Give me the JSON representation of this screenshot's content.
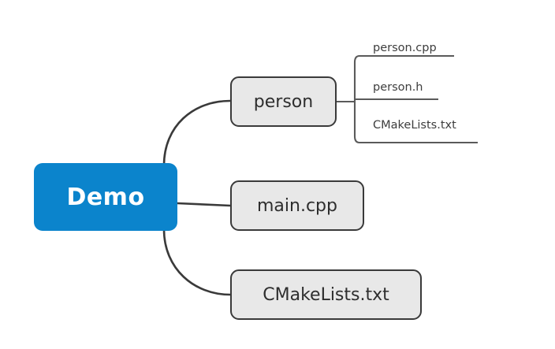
{
  "diagram": {
    "type": "mind-map",
    "background_color": "#ffffff",
    "root": {
      "label": "Demo",
      "fill_color": "#0b84cc",
      "text_color": "#ffffff"
    },
    "branch_style": {
      "fill_color": "#e8e8e8",
      "border_color": "#3a3a3a",
      "text_color": "#2e2e2e"
    },
    "edge_color": "#3a3a3a",
    "leaf_line_color": "#5a5a5a",
    "children": [
      {
        "label": "person",
        "leaves": [
          {
            "label": "person.cpp"
          },
          {
            "label": "person.h"
          },
          {
            "label": "CMakeLists.txt"
          }
        ]
      },
      {
        "label": "main.cpp",
        "leaves": []
      },
      {
        "label": "CMakeLists.txt",
        "leaves": []
      }
    ]
  }
}
